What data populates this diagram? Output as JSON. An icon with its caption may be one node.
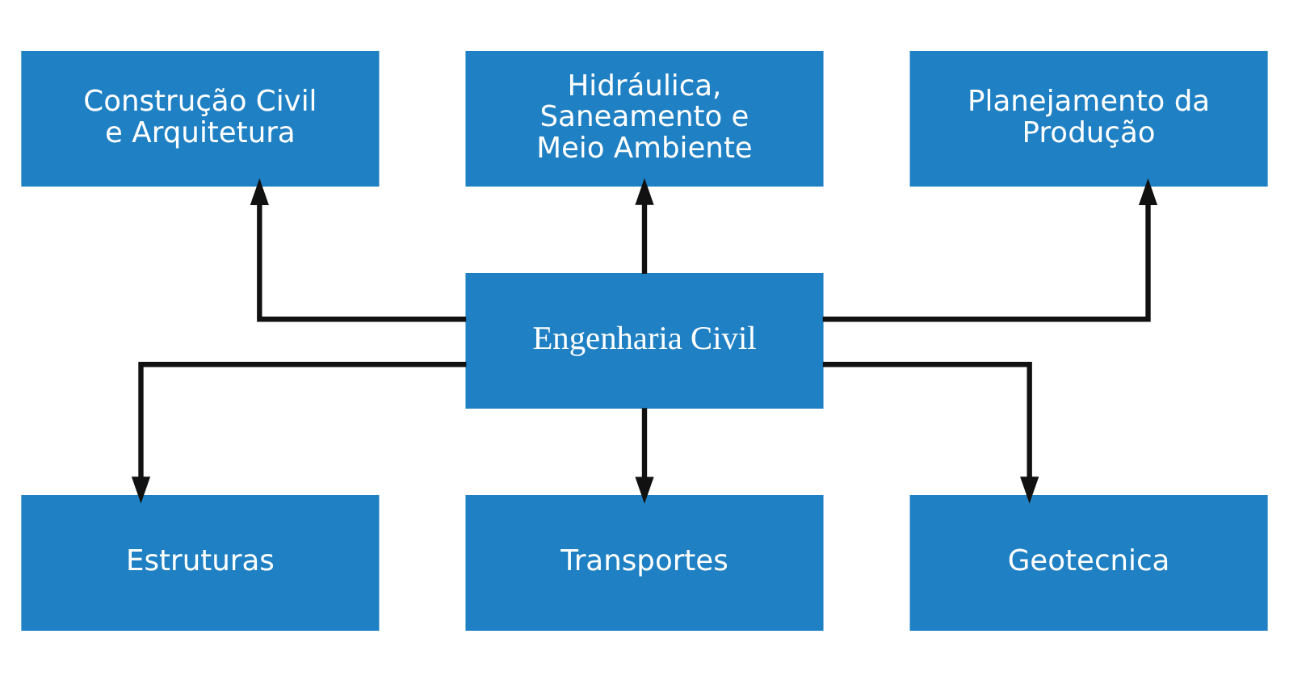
{
  "diagram": {
    "nodes": [
      {
        "text": [
          "Construção Civil e Arquitetura"
        ]
      },
      {
        "text": [
          "Hidráulica, Saneamento e Meio Ambiente"
        ]
      },
      {
        "text": [
          "Planejamento da Produção"
        ]
      },
      {
        "text": [
          "Engenharia Civil"
        ]
      },
      {
        "text": [
          "Estruturas"
        ]
      },
      {
        "text": [
          "Transportes"
        ]
      },
      {
        "text": [
          "Geotecnica"
        ]
      }
    ],
    "edges": [
      {
        "from": 3,
        "to": 0,
        "arrow": "to"
      },
      {
        "from": 3,
        "to": 1,
        "arrow": "to"
      },
      {
        "from": 3,
        "to": 2,
        "arrow": "to"
      },
      {
        "from": 3,
        "to": 4,
        "arrow": "to"
      },
      {
        "from": 3,
        "to": 5,
        "arrow": "to"
      },
      {
        "from": 3,
        "to": 6,
        "arrow": "to"
      }
    ]
  }
}
